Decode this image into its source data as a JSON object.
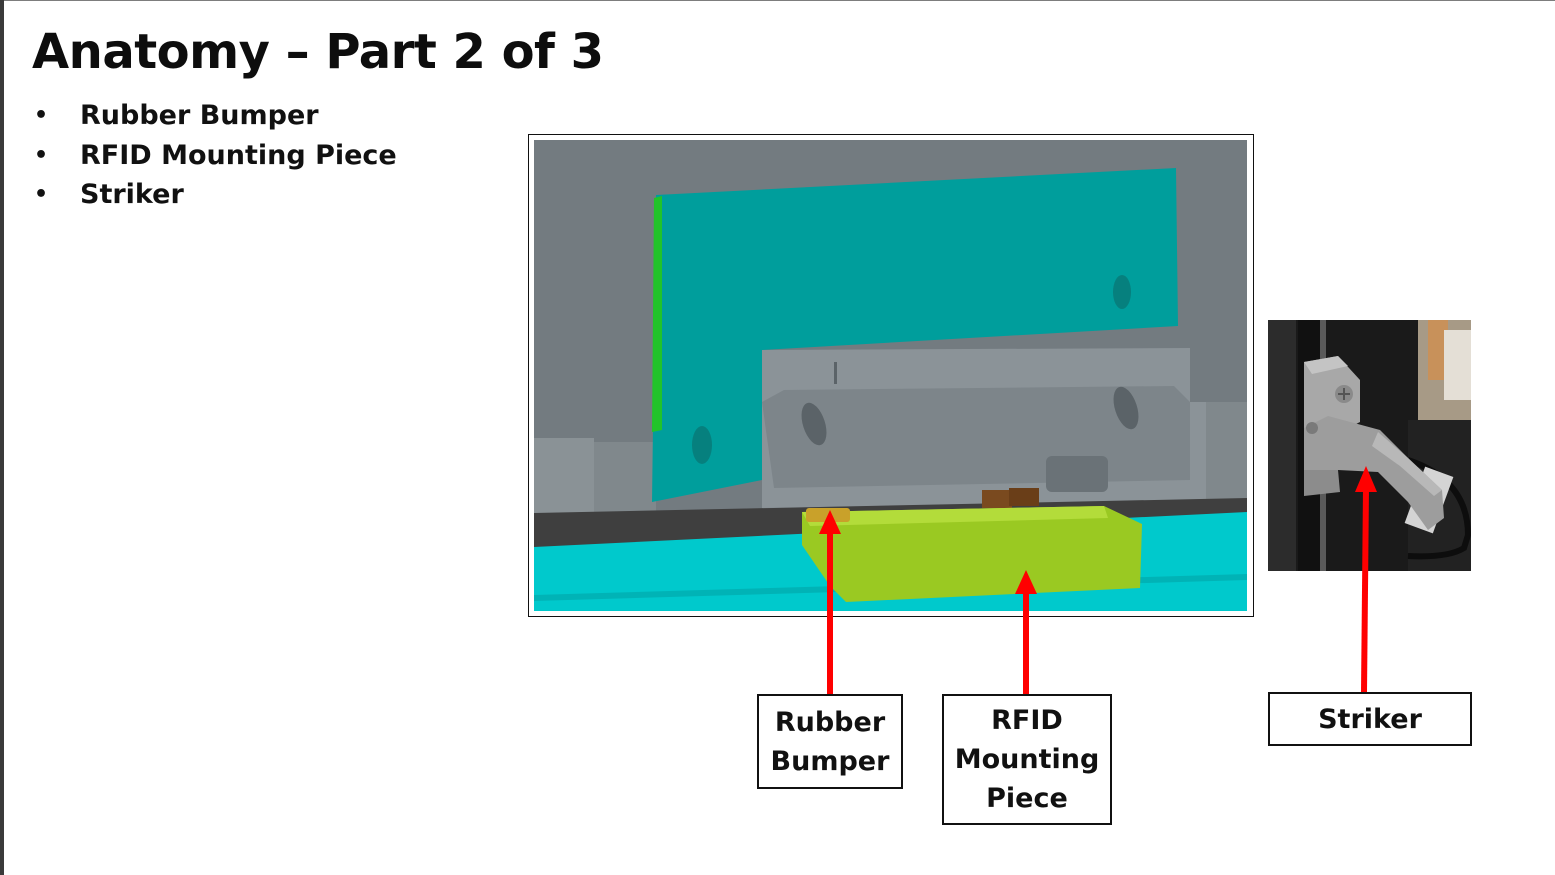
{
  "slide": {
    "title": "Anatomy – Part 2 of 3",
    "bullets": [
      "Rubber Bumper",
      "RFID Mounting Piece",
      "Striker"
    ]
  },
  "callouts": {
    "rubber_bumper": "Rubber\nBumper",
    "rfid_mounting_piece": "RFID\nMounting\nPiece",
    "striker": "Striker"
  },
  "colors": {
    "arrow": "#ff0000",
    "teal_bracket": "#009e9c",
    "cyan_rail": "#00c9cc",
    "rfid_piece": "#9ac922",
    "background_gray": "#737b80"
  },
  "icons": {
    "bullet": "•"
  }
}
